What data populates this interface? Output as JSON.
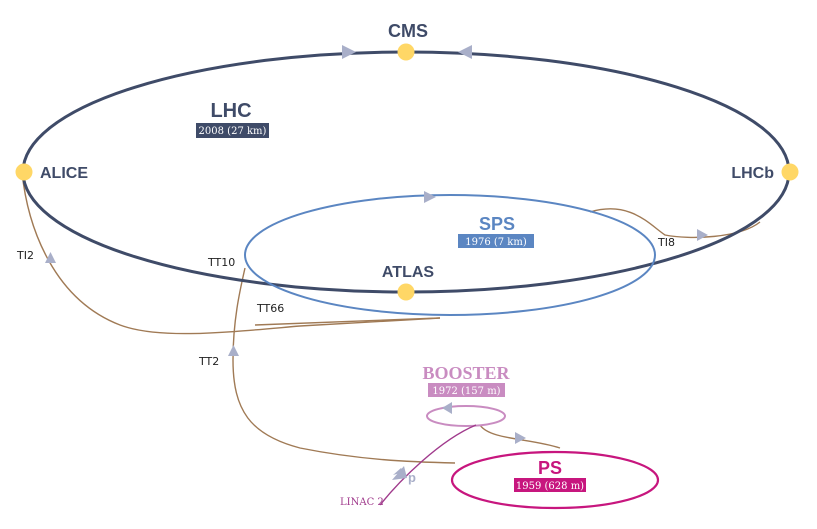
{
  "lhc": {
    "name": "LHC",
    "info": "2008 (27 km)",
    "color": "#3f4b68"
  },
  "sps": {
    "name": "SPS",
    "info": "1976 (7 km)",
    "color": "#5b86c2"
  },
  "booster": {
    "name": "BOOSTER",
    "info": "1972 (157 m)",
    "color": "#c98cc1"
  },
  "ps": {
    "name": "PS",
    "info": "1959 (628 m)",
    "color": "#c7167e"
  },
  "experiments": {
    "cms": "CMS",
    "alice": "ALICE",
    "lhcb": "LHCb",
    "atlas": "ATLAS",
    "color": "#ffd766"
  },
  "transfer_lines": {
    "ti2": "TI2",
    "ti8": "TI8",
    "tt10": "TT10",
    "tt66": "TT66",
    "tt2": "TT2",
    "color": "#a07a55"
  },
  "linac": {
    "name": "LINAC 2",
    "color": "#a03a8c"
  },
  "particle": {
    "name": "p"
  },
  "arrow_color": "#a9afc9"
}
